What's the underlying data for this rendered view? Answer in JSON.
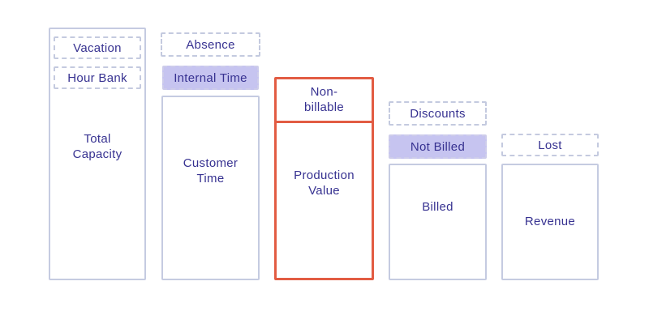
{
  "colors": {
    "frame_border": "#C5CBE1",
    "dashed_border": "#C4CADF",
    "accent_orange": "#E25C43",
    "tag_fill_purple": "#C6C4F0",
    "tag_dash_purple": "#CDCCEA",
    "text_ink": "#373291",
    "background": "#FFFFFF"
  },
  "diagram": {
    "type": "capacity-to-revenue funnel diagram",
    "columns": [
      {
        "name": "total-capacity",
        "label": "Total Capacity",
        "tags": [
          {
            "label": "Vacation",
            "variant": "dashed"
          },
          {
            "label": "Hour Bank",
            "variant": "dashed"
          }
        ]
      },
      {
        "name": "customer-time",
        "label": "Customer Time",
        "tags": [
          {
            "label": "Absence",
            "variant": "dashed"
          },
          {
            "label": "Internal Time",
            "variant": "filled"
          }
        ]
      },
      {
        "name": "production-value",
        "highlighted": true,
        "segments": [
          {
            "label": "Non-billable"
          },
          {
            "label": "Production Value"
          }
        ]
      },
      {
        "name": "billed",
        "label": "Billed",
        "tags": [
          {
            "label": "Discounts",
            "variant": "dashed"
          },
          {
            "label": "Not Billed",
            "variant": "filled"
          }
        ]
      },
      {
        "name": "revenue",
        "label": "Revenue",
        "tags": [
          {
            "label": "Lost",
            "variant": "dashed"
          }
        ]
      }
    ]
  }
}
